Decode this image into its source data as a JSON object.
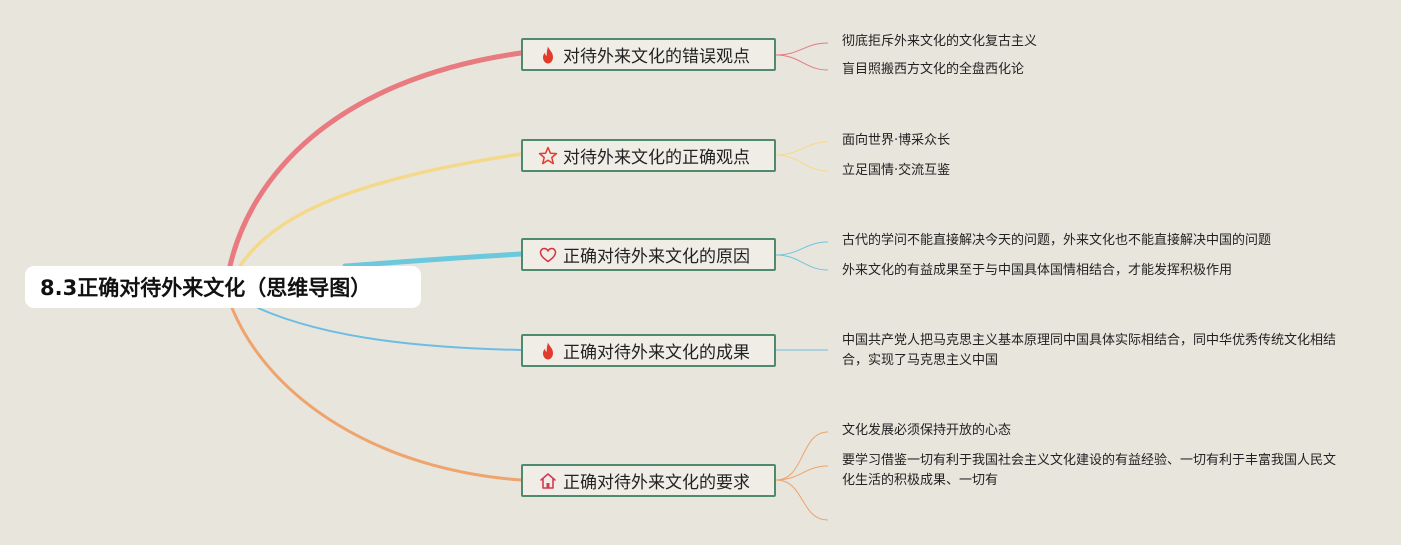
{
  "root": {
    "title": "8.3正确对待外来文化（思维导图）"
  },
  "branches": [
    {
      "label": "对待外来文化的错误观点",
      "icon": "fire-icon",
      "color": "#e87a80",
      "leaves": [
        "彻底拒斥外来文化的文化复古主义",
        "盲目照搬西方文化的全盘西化论"
      ]
    },
    {
      "label": "对待外来文化的正确观点",
      "icon": "star-icon",
      "color": "#f5d98a",
      "leaves": [
        "面向世界·博采众长",
        "立足国情·交流互鉴"
      ]
    },
    {
      "label": "正确对待外来文化的原因",
      "icon": "heart-icon",
      "color": "#6cc8dc",
      "leaves": [
        "古代的学问不能直接解决今天的问题，外来文化也不能直接解决中国的问题",
        "外来文化的有益成果至于与中国具体国情相结合，才能发挥积极作用"
      ]
    },
    {
      "label": "正确对待外来文化的成果",
      "icon": "fire-icon",
      "color": "#6cbde4",
      "leaves": [
        "中国共产党人把马克思主义基本原理同中国具体实际相结合，同中华优秀传统文化相结合，实现了马克思主义中国"
      ]
    },
    {
      "label": "正确对待外来文化的要求",
      "icon": "home-icon",
      "color": "#eea46c",
      "leaves": [
        "文化发展必须保持开放的心态",
        "要学习借鉴一切有利于我国社会主义文化建设的有益经验、一切有利于丰富我国人民文化生活的积极成果、一切有",
        ""
      ]
    }
  ]
}
